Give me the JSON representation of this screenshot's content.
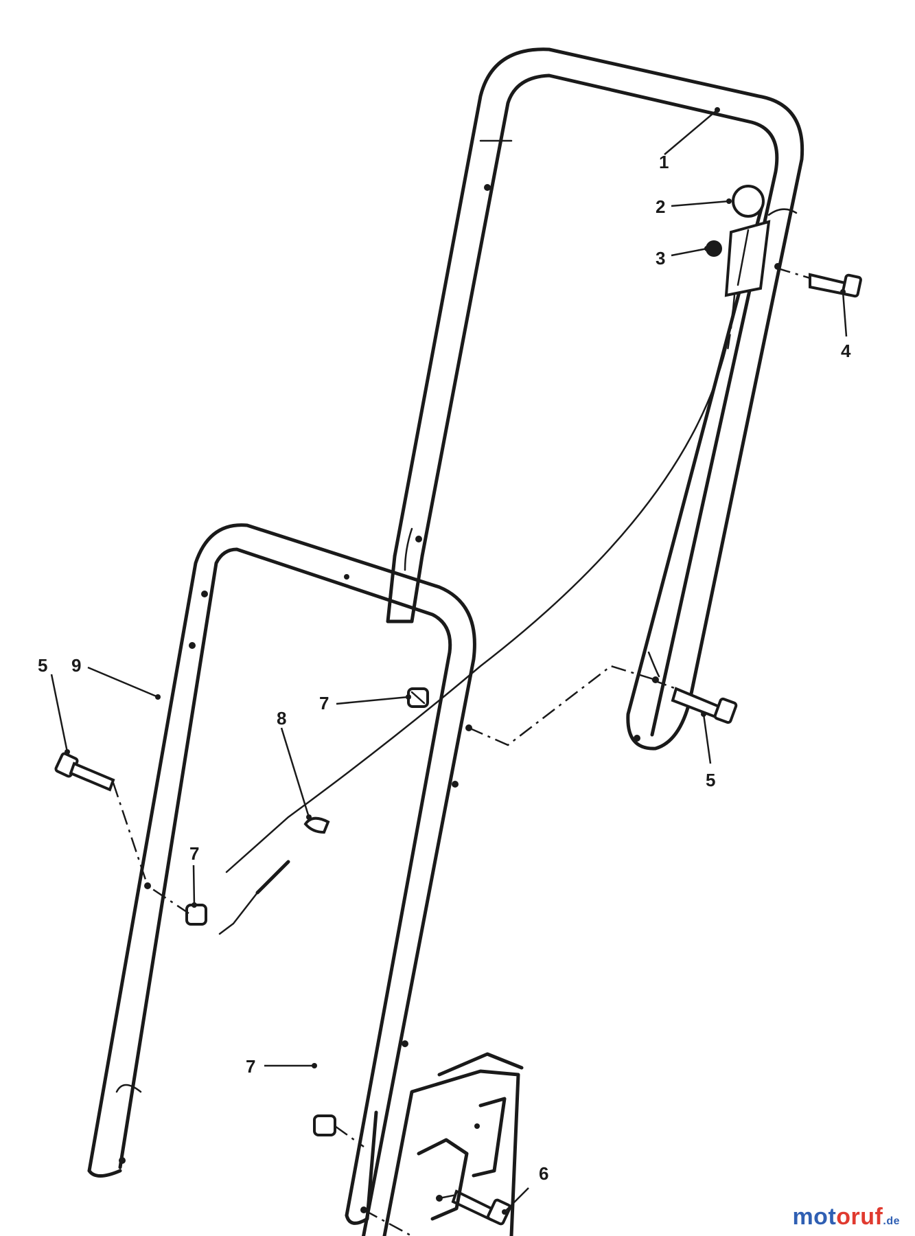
{
  "diagram": {
    "callouts": [
      "1",
      "2",
      "3",
      "4",
      "5",
      "5",
      "6",
      "7",
      "7",
      "7",
      "8",
      "9"
    ]
  },
  "watermark": {
    "part_a": "mot",
    "part_b": "oruf",
    "part_c": "",
    "tld": ".de",
    "full_text": "motoruf.de"
  }
}
